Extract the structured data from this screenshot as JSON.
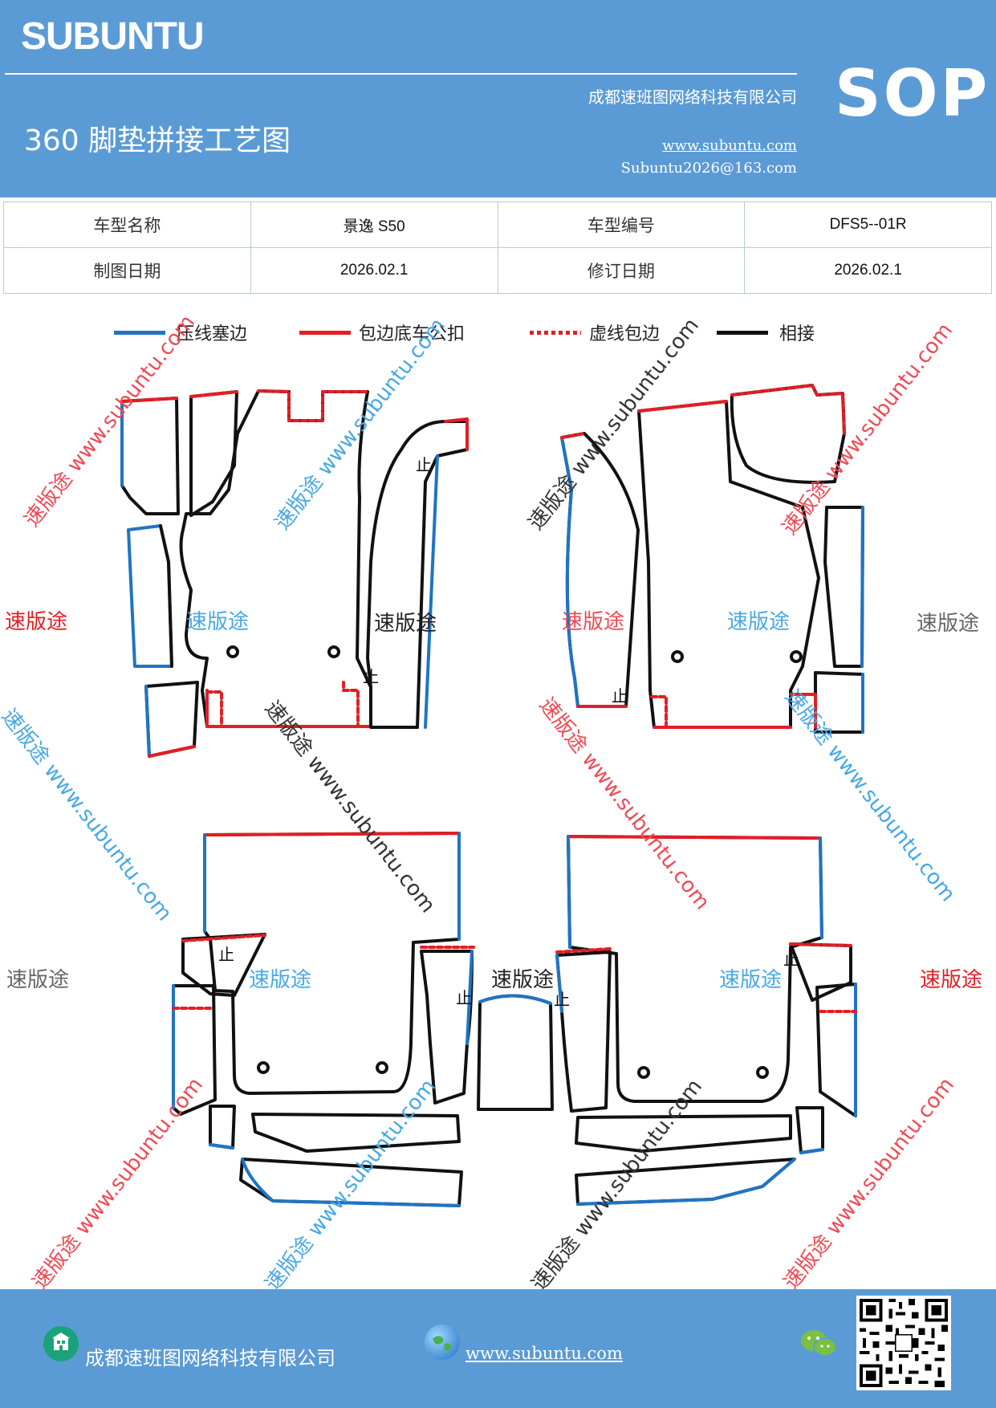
{
  "header": {
    "brand": "SUBUNTU",
    "doc_type": "SOP",
    "title": "360 脚垫拼接工艺图",
    "company": "成都速班图网络科技有限公司",
    "website": "www.subuntu.com",
    "email": "Subuntu2026@163.com"
  },
  "info_table": {
    "rows": [
      [
        "车型名称",
        "景逸 S50",
        "车型编号",
        "DFS5--01R"
      ],
      [
        "制图日期",
        "2026.02.1",
        "修订日期",
        "2026.02.1"
      ]
    ]
  },
  "legend": [
    {
      "label": "压线塞边",
      "color": "#1f74c4",
      "style": "solid"
    },
    {
      "label": "包边底车公扣",
      "color": "#e31e24",
      "style": "solid"
    },
    {
      "label": "虚线包边",
      "color": "#e31e24",
      "style": "dotted"
    },
    {
      "label": "相接",
      "color": "#111111",
      "style": "solid"
    }
  ],
  "watermarks": {
    "brand_cn": "速版途",
    "diagonal": "速版途 www.subuntu.com"
  },
  "diagram": {
    "stop_mark": "止"
  },
  "footer": {
    "company": "成都速班图网络科技有限公司",
    "website": "www.subuntu.com "
  },
  "colors": {
    "header_bg": "#5b9bd5",
    "blue_line": "#1f74c4",
    "red_line": "#e31e24",
    "black_line": "#111111"
  },
  "icons": [
    "building-icon",
    "globe-icon",
    "wechat-icon",
    "qr-code"
  ]
}
